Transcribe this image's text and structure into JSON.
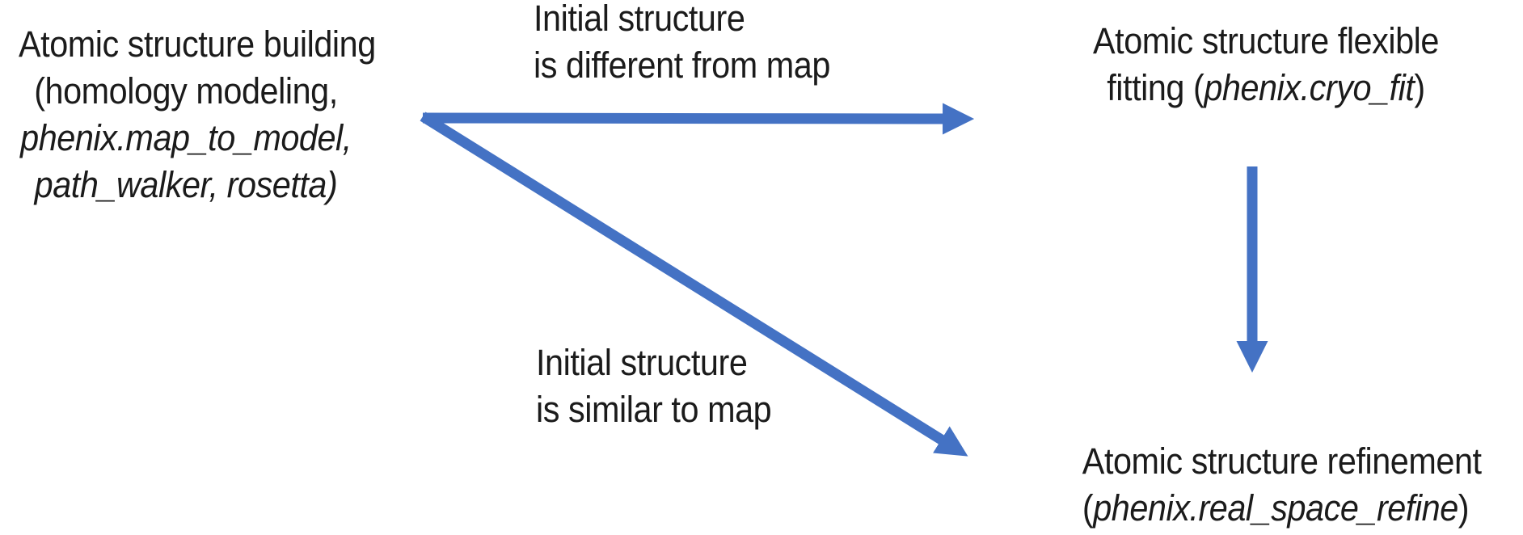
{
  "colors": {
    "arrow": "#4472C4",
    "text": "#1b1b1b",
    "background": "#ffffff"
  },
  "nodes": {
    "building": {
      "line1": "Atomic structure building",
      "line2": "(homology modeling,",
      "line3": "phenix.map_to_model,",
      "line4": "path_walker, rosetta)"
    },
    "flexible_fitting": {
      "line1": "Atomic structure flexible",
      "line2_prefix": "fitting (",
      "line2_tool": "phenix.cryo_fit",
      "line2_suffix": ")"
    },
    "refinement": {
      "line1": "Atomic structure refinement",
      "line2_prefix": "(",
      "line2_tool": "phenix.real_space_refine",
      "line2_suffix": ")"
    }
  },
  "edge_labels": {
    "different_from_map": {
      "line1": "Initial structure",
      "line2": "is different from map"
    },
    "similar_to_map": {
      "line1": "Initial structure",
      "line2": "is similar to map"
    }
  },
  "edges": [
    {
      "from": "building",
      "to": "flexible_fitting",
      "label": "Initial structure is different from map"
    },
    {
      "from": "building",
      "to": "refinement",
      "label": "Initial structure is similar to map"
    },
    {
      "from": "flexible_fitting",
      "to": "refinement",
      "label": ""
    }
  ]
}
